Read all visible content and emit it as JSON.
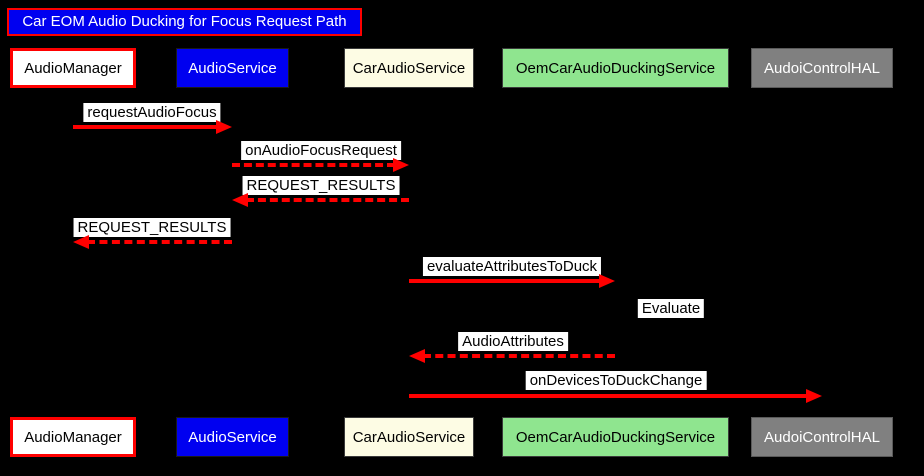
{
  "title": "Car EOM Audio Ducking for Focus Request Path",
  "colors": {
    "background": "#000000",
    "arrow": "#ff0000",
    "label_bg": "#ffffff",
    "label_text": "#000000",
    "title_bg": "#0000f0",
    "title_border": "#ff0000",
    "title_text": "#ffffff"
  },
  "participants": [
    {
      "name": "AudioManager",
      "fill": "#ffffff",
      "text_color": "#000000",
      "border_color": "#ff0000"
    },
    {
      "name": "AudioService",
      "fill": "#0000f0",
      "text_color": "#ffffff",
      "border_color": "#1a1a1a"
    },
    {
      "name": "CarAudioService",
      "fill": "#fdfce4",
      "text_color": "#000000",
      "border_color": "#3a3a3a"
    },
    {
      "name": "OemCarAudioDuckingService",
      "fill": "#8fe58f",
      "text_color": "#000000",
      "border_color": "#3a3a3a"
    },
    {
      "name": "AudoiControlHAL",
      "fill": "#808080",
      "text_color": "#ffffff",
      "border_color": "#5a5a5a"
    }
  ],
  "messages": [
    {
      "label": "requestAudioFocus",
      "from": "AudioManager",
      "to": "AudioService",
      "style": "solid"
    },
    {
      "label": "onAudioFocusRequest",
      "from": "AudioService",
      "to": "CarAudioService",
      "style": "dashed"
    },
    {
      "label": "REQUEST_RESULTS",
      "from": "CarAudioService",
      "to": "AudioService",
      "style": "dashed"
    },
    {
      "label": "REQUEST_RESULTS",
      "from": "AudioService",
      "to": "AudioManager",
      "style": "dashed"
    },
    {
      "label": "evaluateAttributesToDuck",
      "from": "CarAudioService",
      "to": "OemCarAudioDuckingService",
      "style": "solid"
    },
    {
      "label": "Evaluate",
      "from": "OemCarAudioDuckingService",
      "to": "OemCarAudioDuckingService",
      "style": "self"
    },
    {
      "label": "AudioAttributes",
      "from": "OemCarAudioDuckingService",
      "to": "CarAudioService",
      "style": "dashed"
    },
    {
      "label": "onDevicesToDuckChange",
      "from": "CarAudioService",
      "to": "AudoiControlHAL",
      "style": "solid"
    }
  ]
}
